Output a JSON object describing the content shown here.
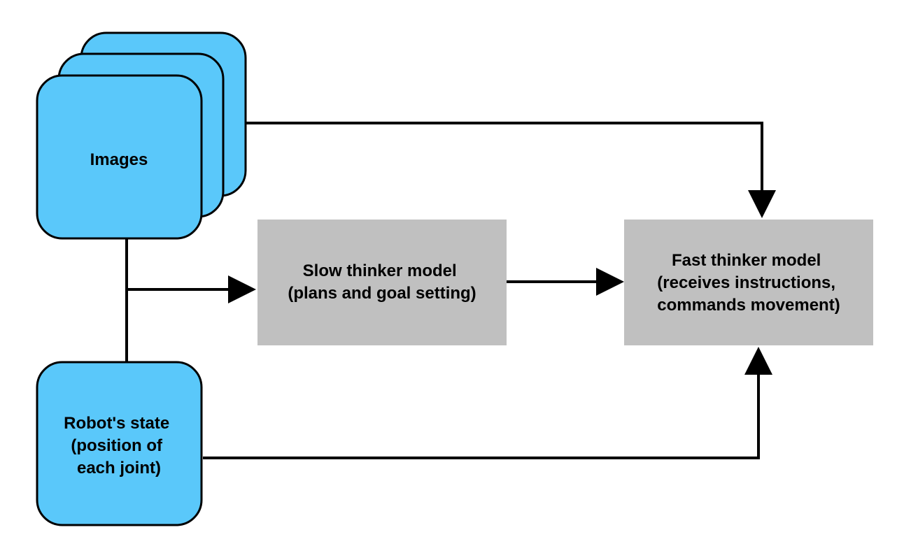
{
  "colors": {
    "input_fill": "#5ac8fa",
    "process_fill": "#c0c0c0",
    "stroke": "#000000",
    "background": "#ffffff"
  },
  "nodes": {
    "images": {
      "lines": [
        "Images"
      ]
    },
    "robot_state": {
      "lines": [
        "Robot's state",
        "(position of",
        "each joint)"
      ]
    },
    "slow_thinker": {
      "lines": [
        "Slow thinker model",
        "(plans and goal setting)"
      ]
    },
    "fast_thinker": {
      "lines": [
        "Fast thinker model",
        "(receives instructions,",
        "commands movement)"
      ]
    }
  }
}
